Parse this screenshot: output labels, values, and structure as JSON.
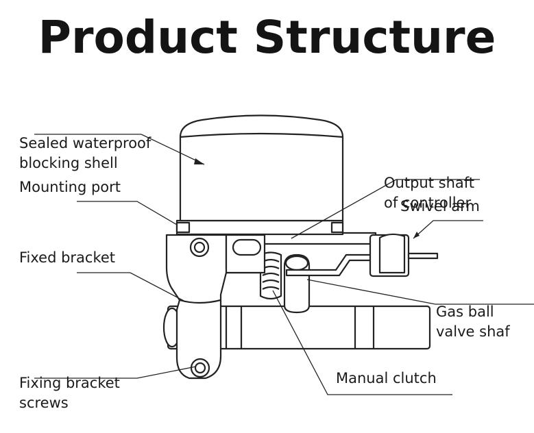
{
  "title": "Product Structure",
  "labels": {
    "sealed": [
      "Sealed waterproof",
      "blocking shell"
    ],
    "mounting": "Mounting port",
    "fixed": "Fixed bracket",
    "screws": [
      "Fixing bracket",
      "screws"
    ],
    "output": [
      "Output shaft",
      "of controller"
    ],
    "swivel": "Swivel arm",
    "gas": [
      "Gas ball",
      "valve shaf"
    ],
    "clutch": "Manual clutch"
  },
  "colors": {
    "line": "#222222",
    "text": "#1a1a1a",
    "background": "#ffffff"
  }
}
